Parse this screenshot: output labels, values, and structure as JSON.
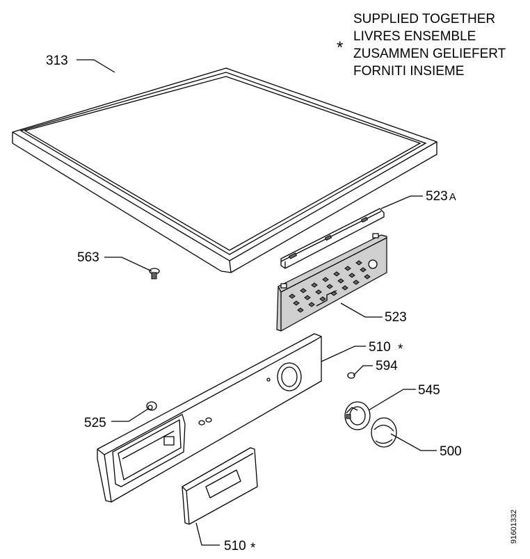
{
  "note": {
    "symbol": "*",
    "lines": [
      "SUPPLIED TOGETHER",
      "LIVRES ENSEMBLE",
      "ZUSAMMEN GELIEFERT",
      "FORNITI INSIEME"
    ]
  },
  "labels": {
    "p313": "313",
    "p523a": "523",
    "p523a_suffix": "A",
    "p563": "563",
    "p523": "523",
    "p510_top": "510",
    "p510_top_star": "*",
    "p594": "594",
    "p545": "545",
    "p525": "525",
    "p500": "500",
    "p510_bottom": "510",
    "p510_bottom_star": "*"
  },
  "doc_id": "91601332"
}
